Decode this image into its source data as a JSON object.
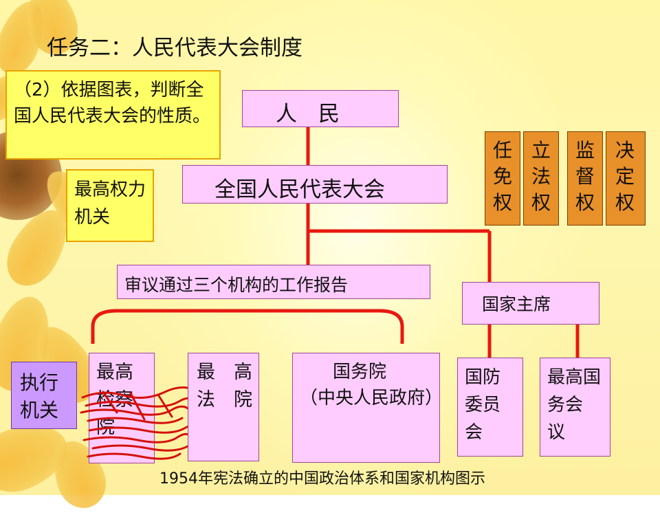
{
  "title": "任务二：人民代表大会制度",
  "question": "（2）依据图表，判断全国人民代表大会的性质。",
  "answer_box": "最高权力机关",
  "executive_label": "执行机关",
  "nodes": {
    "people": "人　民",
    "npc": "全国人民代表大会",
    "review": "审议通过三个机构的工作报告",
    "president": "国家主席",
    "procuratorate": "最高检察院",
    "court": "最　高\n法　院",
    "state_council": "国务院\n（中央人民政府）",
    "defense": "国防委员会",
    "supreme_conf": "最高国务会　议"
  },
  "powers": [
    "任免权",
    "立法权",
    "监督权",
    "决定权"
  ],
  "caption": "1954年宪法确立的中国政治体系和国家机构图示",
  "colors": {
    "line": "#e8190f",
    "pink": "#ffccff",
    "orange": "#e8902a",
    "yellow": "#ffff66",
    "violet": "#cc99ff"
  }
}
